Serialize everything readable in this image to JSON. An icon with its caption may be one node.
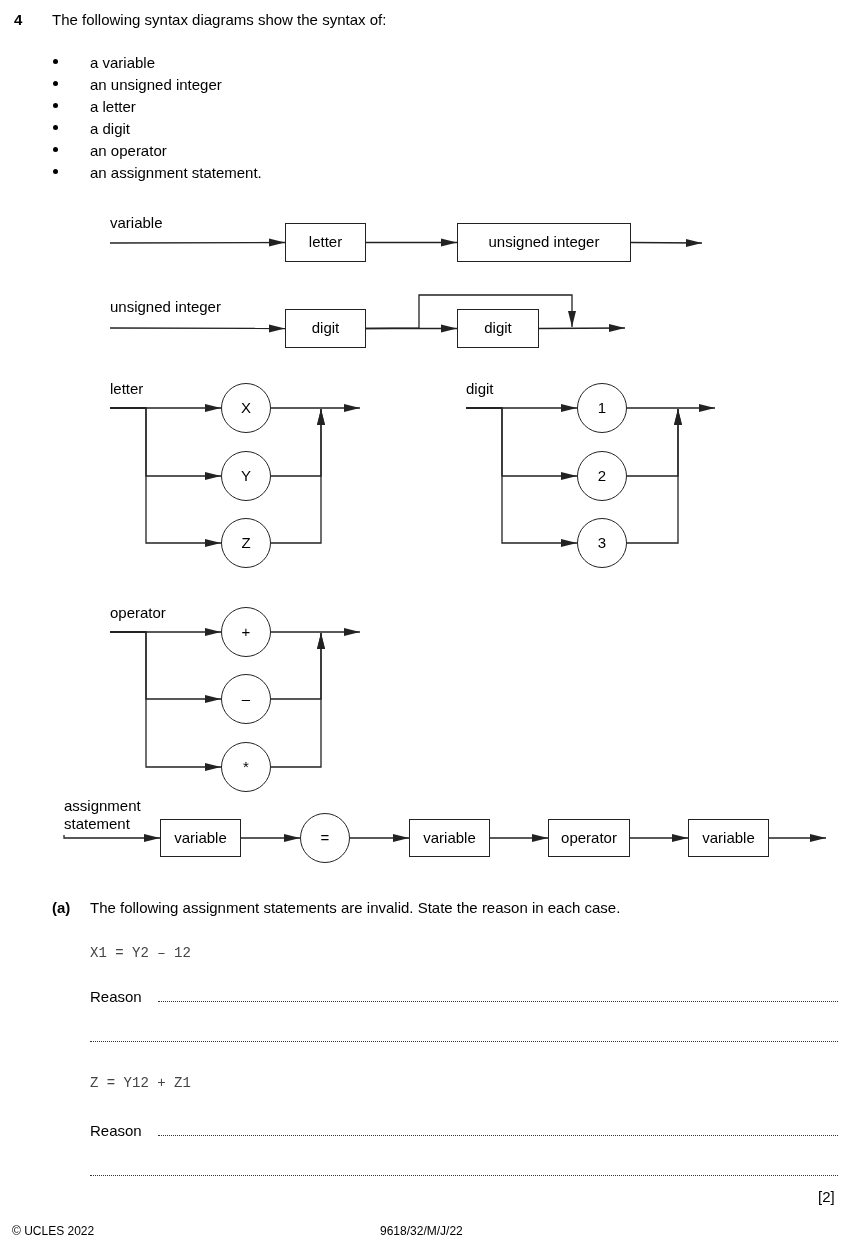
{
  "diagram": {
    "nodes": [
      {
        "text": [
          "letter"
        ]
      },
      {
        "text": [
          "unsigned integer"
        ]
      },
      {
        "text": [
          "digit"
        ]
      },
      {
        "text": [
          "digit"
        ]
      },
      {
        "text": [
          "X"
        ]
      },
      {
        "text": [
          "Y"
        ]
      },
      {
        "text": [
          "Z"
        ]
      },
      {
        "text": [
          "1"
        ]
      },
      {
        "text": [
          "2"
        ]
      },
      {
        "text": [
          "3"
        ]
      },
      {
        "text": [
          "+"
        ]
      },
      {
        "text": [
          "–"
        ]
      },
      {
        "text": [
          "*"
        ]
      },
      {
        "text": [
          "variable"
        ]
      },
      {
        "text": [
          "="
        ]
      },
      {
        "text": [
          "variable"
        ]
      },
      {
        "text": [
          "operator"
        ]
      },
      {
        "text": [
          "variable"
        ]
      },
      {
        "text": [
          "assignment statement"
        ]
      }
    ],
    "edges": [
      {
        "from": null,
        "to": 0,
        "arrow": "to"
      },
      {
        "from": 0,
        "to": 1,
        "arrow": "to"
      },
      {
        "from": 1,
        "to": null,
        "arrow": "to"
      },
      {
        "from": null,
        "to": 2,
        "arrow": "to"
      },
      {
        "from": 2,
        "to": 3,
        "arrow": "to"
      },
      {
        "from": 2,
        "to": null,
        "arrow": "to"
      },
      {
        "from": 3,
        "to": null,
        "arrow": "to"
      },
      {
        "from": null,
        "to": 4,
        "arrow": "to"
      },
      {
        "from": null,
        "to": 5,
        "arrow": "to"
      },
      {
        "from": null,
        "to": 6,
        "arrow": "to"
      },
      {
        "from": 4,
        "to": null,
        "arrow": "to"
      },
      {
        "from": 5,
        "to": null,
        "arrow": "to"
      },
      {
        "from": 6,
        "to": null,
        "arrow": "to"
      },
      {
        "from": null,
        "to": 7,
        "arrow": "to"
      },
      {
        "from": null,
        "to": 8,
        "arrow": "to"
      },
      {
        "from": null,
        "to": 9,
        "arrow": "to"
      },
      {
        "from": 7,
        "to": null,
        "arrow": "to"
      },
      {
        "from": 8,
        "to": null,
        "arrow": "to"
      },
      {
        "from": 9,
        "to": null,
        "arrow": "to"
      },
      {
        "from": null,
        "to": 10,
        "arrow": "to"
      },
      {
        "from": null,
        "to": 11,
        "arrow": "to"
      },
      {
        "from": null,
        "to": 12,
        "arrow": "to"
      },
      {
        "from": 10,
        "to": null,
        "arrow": "to"
      },
      {
        "from": 11,
        "to": null,
        "arrow": "to"
      },
      {
        "from": 12,
        "to": null,
        "arrow": "to"
      },
      {
        "from": 18,
        "to": 13,
        "arrow": "to"
      },
      {
        "from": 13,
        "to": 14,
        "arrow": "to"
      },
      {
        "from": 14,
        "to": 15,
        "arrow": "to"
      },
      {
        "from": 15,
        "to": 16,
        "arrow": "to"
      },
      {
        "from": 16,
        "to": 17,
        "arrow": "to"
      },
      {
        "from": 17,
        "to": null,
        "arrow": "to"
      }
    ],
    "labels": [
      "4",
      "The following syntax diagrams show the syntax of:",
      "a variable",
      "an unsigned integer",
      "a letter",
      "a digit",
      "an operator",
      "an assignment statement.",
      "variable",
      "unsigned integer",
      "letter",
      "digit",
      "operator",
      "(a)",
      "The following assignment statements are invalid. State the reason in each case.",
      "X1 = Y2 – 12",
      "Reason",
      "Z = Y12 + Z1",
      "Reason",
      "[2]",
      "© UCLES 2022",
      "9618/32/M/J/22"
    ]
  }
}
